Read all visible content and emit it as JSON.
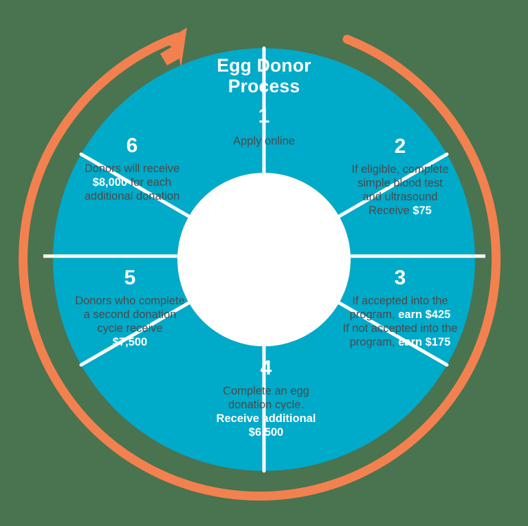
{
  "diagram": {
    "title_line1": "Egg Donor",
    "title_line2": "Process",
    "colors": {
      "background": "#4a7350",
      "wheel": "#00aac9",
      "arrow": "#f3814f",
      "divider": "#ffffff",
      "hub": "#ffffff",
      "text": "#4a4a4a",
      "highlight": "#ffffff"
    },
    "arrow": {
      "name": "circular-progress-arrow",
      "direction": "clockwise",
      "head_position": "top-left"
    },
    "steps": [
      {
        "number": "1",
        "lines": [
          {
            "text": "Apply online",
            "emphasis": false
          }
        ]
      },
      {
        "number": "2",
        "lines": [
          {
            "text": "If eligible, complete",
            "emphasis": false
          },
          {
            "text": "simple blood test",
            "emphasis": false
          },
          {
            "text": "and ultrasound",
            "emphasis": false
          },
          {
            "text": "Receive ",
            "emphasis": false,
            "tail": "$75"
          }
        ]
      },
      {
        "number": "3",
        "lines": [
          {
            "text": "If accepted into the",
            "emphasis": false
          },
          {
            "text": "program, ",
            "emphasis": false,
            "tail": "earn $425"
          },
          {
            "text": "If not accepted into the",
            "emphasis": false
          },
          {
            "text": "program, ",
            "emphasis": false,
            "tail": "earn $175"
          }
        ]
      },
      {
        "number": "4",
        "lines": [
          {
            "text": "Complete an egg",
            "emphasis": false
          },
          {
            "text": "donation cycle.",
            "emphasis": false
          },
          {
            "text": "Receive additional",
            "emphasis": true
          },
          {
            "text": "$6,500",
            "emphasis": true
          }
        ]
      },
      {
        "number": "5",
        "lines": [
          {
            "text": "Donors who complete",
            "emphasis": false
          },
          {
            "text": "a second donation",
            "emphasis": false
          },
          {
            "text": "cycle receive",
            "emphasis": false
          },
          {
            "text": "$7,500",
            "emphasis": true
          }
        ]
      },
      {
        "number": "6",
        "lines": [
          {
            "text": "Donors will receive",
            "emphasis": false
          },
          {
            "text": "",
            "emphasis": false,
            "lead": "$8,000",
            "after": " for each"
          },
          {
            "text": "additional donation",
            "emphasis": false
          }
        ]
      }
    ]
  }
}
